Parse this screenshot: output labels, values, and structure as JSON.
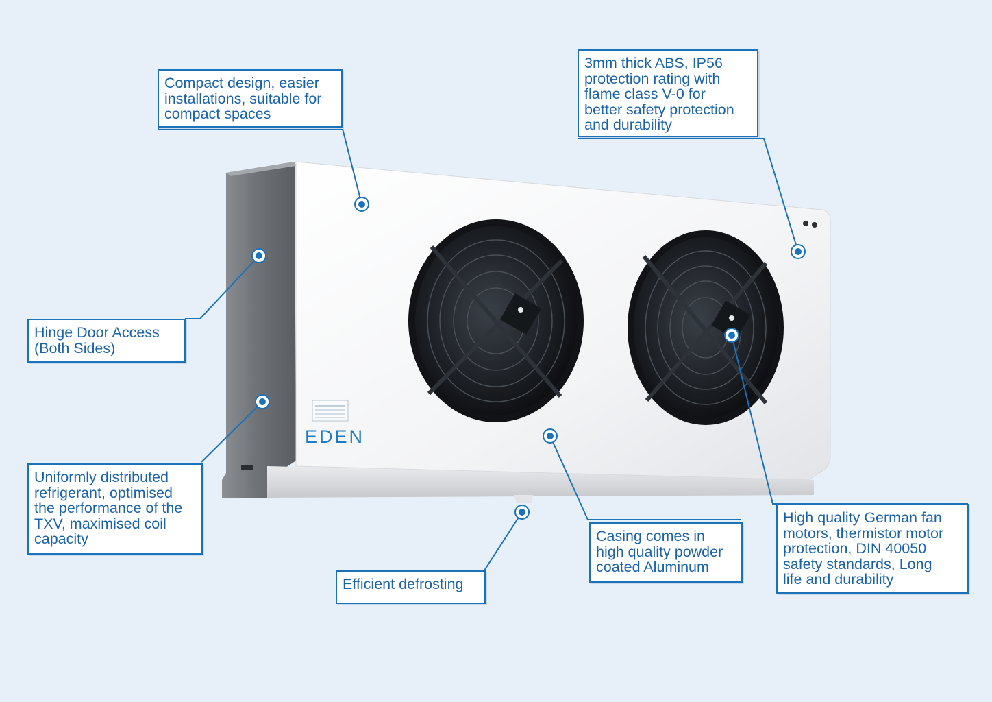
{
  "brand": {
    "logo_text": "EDEN",
    "accent_color": "#1b72b9",
    "background_color": "#e7f0f9"
  },
  "product": {
    "description": "Unit cooler / air evaporator with two axial fans"
  },
  "callouts": [
    {
      "id": "compact-design",
      "lines": [
        "Compact design, easier",
        "installations, suitable for",
        "compact spaces"
      ]
    },
    {
      "id": "abs-ip56",
      "lines": [
        "3mm thick ABS, IP56",
        "protection rating with",
        "flame class V-0 for",
        "better safety protection",
        "and durability"
      ]
    },
    {
      "id": "hinge-door",
      "lines": [
        "Hinge Door Access",
        "(Both Sides)"
      ]
    },
    {
      "id": "refrigerant",
      "lines": [
        "Uniformly distributed",
        "refrigerant, optimised",
        "the performance of the",
        "TXV, maximised coil",
        "capacity"
      ]
    },
    {
      "id": "defrosting",
      "lines": [
        "Efficient defrosting"
      ]
    },
    {
      "id": "casing",
      "lines": [
        "Casing comes in",
        "high quality powder",
        "coated Aluminum"
      ]
    },
    {
      "id": "fan-motors",
      "lines": [
        "High quality German fan",
        "motors, thermistor motor",
        "protection, DIN 40050",
        "safety standards, Long",
        "life and durability"
      ]
    }
  ]
}
